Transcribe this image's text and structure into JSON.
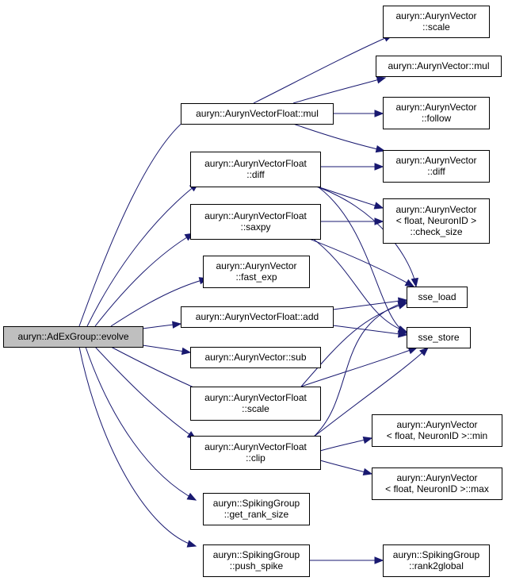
{
  "graph": {
    "nodes": {
      "root": [
        "auryn::AdExGroup::evolve"
      ],
      "vf_mul": [
        "auryn::AurynVectorFloat::mul"
      ],
      "vf_diff": [
        "auryn::AurynVectorFloat",
        "::diff"
      ],
      "vf_saxpy": [
        "auryn::AurynVectorFloat",
        "::saxpy"
      ],
      "v_fast_exp": [
        "auryn::AurynVector",
        "::fast_exp"
      ],
      "vf_add": [
        "auryn::AurynVectorFloat::add"
      ],
      "v_sub": [
        "auryn::AurynVector::sub"
      ],
      "vf_scale": [
        "auryn::AurynVectorFloat",
        "::scale"
      ],
      "vf_clip": [
        "auryn::AurynVectorFloat",
        "::clip"
      ],
      "sg_get_rank_size": [
        "auryn::SpikingGroup",
        "::get_rank_size"
      ],
      "sg_push_spike": [
        "auryn::SpikingGroup",
        "::push_spike"
      ],
      "v_scale": [
        "auryn::AurynVector",
        "::scale"
      ],
      "v_mul": [
        "auryn::AurynVector::mul"
      ],
      "v_follow": [
        "auryn::AurynVector",
        "::follow"
      ],
      "v_diff": [
        "auryn::AurynVector",
        "::diff"
      ],
      "v_check_size": [
        "auryn::AurynVector",
        "< float, NeuronID >",
        "::check_size"
      ],
      "sse_load": [
        "sse_load"
      ],
      "sse_store": [
        "sse_store"
      ],
      "v_min": [
        "auryn::AurynVector",
        "< float, NeuronID >::min"
      ],
      "v_max": [
        "auryn::AurynVector",
        "< float, NeuronID >::max"
      ],
      "sg_rank2global": [
        "auryn::SpikingGroup",
        "::rank2global"
      ]
    }
  }
}
